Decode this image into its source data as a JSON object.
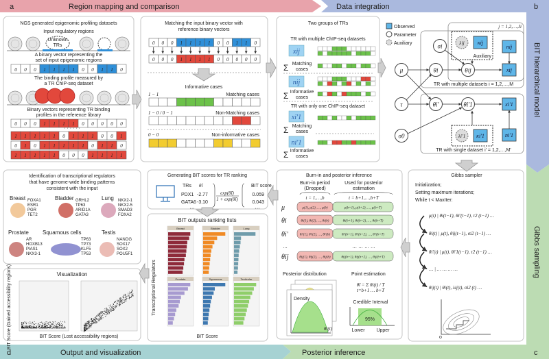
{
  "banners": {
    "a_label": "a",
    "a_title": "Region mapping and comparison",
    "b_title": "Data integration",
    "b_label": "b",
    "c_label": "c",
    "c_title": "Posterior inference",
    "d_label": "d",
    "d_title": "Output and visualization",
    "side_b": "BIT hierarchical model",
    "side_c": "Gibbs sampling",
    "colors": {
      "a": "#e8a3ab",
      "b": "#aab9de",
      "c": "#bcdcb3",
      "d": "#a6d2d3"
    }
  },
  "ngs": {
    "title": "NGS generated epigenomic profiling datasets",
    "input_regions": "Input regulatory regions",
    "unknown_1": "Unknown",
    "unknown_2": "TRs",
    "vector_caption_1": "A binary vector representing the",
    "vector_caption_2": "set of input epigenomic regions",
    "input_vector": [
      0,
      0,
      0,
      1,
      1,
      1,
      1,
      0,
      0,
      1,
      1,
      0
    ],
    "binding_caption_1": "The binding profile measured by",
    "binding_caption_2": "a TR ChIP-seq dataset",
    "ref_caption_1": "Binary vectors representing TR binding",
    "ref_caption_2": "profiles in the reference library",
    "ref_vectors": [
      [
        0,
        0,
        0,
        1,
        1,
        1,
        1,
        0,
        0,
        0,
        0,
        0
      ],
      [
        1,
        1,
        1,
        1,
        1,
        0,
        1,
        1,
        1,
        0,
        0,
        1
      ],
      [
        0,
        1,
        0,
        1,
        1,
        1,
        1,
        1,
        0,
        1,
        1,
        0
      ],
      [
        1,
        1,
        1,
        1,
        1,
        0,
        0,
        0,
        1,
        1,
        1,
        1
      ]
    ],
    "ellipsis": "· · · · · ·"
  },
  "matching": {
    "title_1": "Matching the input binary vector with",
    "title_2": "reference binary vectors",
    "input_vector": [
      0,
      0,
      0,
      1,
      1,
      1,
      1,
      0,
      0,
      1,
      1,
      0
    ],
    "ref_vector": [
      0,
      0,
      0,
      1,
      1,
      1,
      1,
      0,
      0,
      0,
      0,
      0
    ],
    "informative": "Informative cases",
    "m_code": "1 − 1",
    "m_label": "Matching cases",
    "m_cells": [
      0,
      0,
      0,
      1,
      1,
      1,
      1,
      0,
      0,
      0,
      0,
      0
    ],
    "nm_code": "1 − 0 / 0 − 1",
    "nm_label": "Non-Matching cases",
    "nm_cells": [
      0,
      0,
      0,
      0,
      0,
      0,
      0,
      0,
      0,
      1,
      1,
      0
    ],
    "ni_code": "0 − 0",
    "ni_label": "Non-informative cases",
    "ni_cells": [
      1,
      1,
      1,
      0,
      0,
      0,
      0,
      1,
      1,
      0,
      0,
      1
    ]
  },
  "groups": {
    "title": "Two groups of TRs",
    "multi": "TR with multiple ChIP-seq datasets",
    "single": "TR with only one ChIP-seq dataset",
    "x_ij": "xij",
    "n_ij": "nij",
    "x_i1": "xi'1",
    "n_i1": "ni'1",
    "sigma": "Σ",
    "matching_1": "Matching",
    "matching_2": "cases",
    "informative_1": "Informative",
    "informative_2": "cases"
  },
  "model": {
    "legend": {
      "observed": "Observed",
      "parameter": "Parameter",
      "auxiliary": "Auxiliary"
    },
    "nodes": {
      "mu": "μ",
      "tau": "τ",
      "sigma0": "σ0",
      "sigma_i": "σi",
      "theta_i": "θi",
      "theta_ij": "θij",
      "theta_ip": "θi'",
      "theta_ip1": "θi'1",
      "lambda_ij": "λij",
      "kappa_ij": "κij",
      "n_ij": "nij",
      "x_ij": "xij",
      "lambda_ip1": "λi'1",
      "kappa_ip1": "κi'1",
      "n_ip1": "ni'1",
      "x_ip1": "xi'1"
    },
    "aux_label": "Auxiliary",
    "j_plate": "j = 1,2,…,Ji",
    "multi_plate": "TR with multiple datasets i = 1,2,…,M",
    "single_plate": "TR with single dataset i' = 1,2,…,M'"
  },
  "gibbs": {
    "title": "Gibbs sampler",
    "init": "Initialization;",
    "setting": "Setting maximum iterations;",
    "while": "While t < MaxIter:",
    "steps": [
      "μ(t) | θi(t−1), θi'(t−1), τ2 (t−1) …",
      "θi(t) | μ(t), θij(t−1), σi2 (t−1) …",
      "θi'(t) | μ(t), θi'1(t−1), τ2 (t−1) …",
      "… | … … … …",
      "θij(t) | θi(t), λij(t), σi2 (t) …"
    ]
  },
  "burnin": {
    "title": "Burn-in and posterior inference",
    "burn_head_1": "Burn-in period",
    "burn_head_2": "(Dropped)",
    "post_head_1": "Used for posterior",
    "post_head_2": "estimation",
    "burn_range": "t = 1,…,b",
    "post_range": "t = b+1,…,b+T",
    "rows": [
      {
        "sym": "μ",
        "burn": "μ(1), μ(2), …, μ(b)",
        "post": "μ(b+1), μ(b+2), …, μ(b+T)"
      },
      {
        "sym": "θi",
        "burn": "θi(1), θi(2), …, θi(b)",
        "post": "θi(b+1), θi(b+2), …, θi(b+T)"
      },
      {
        "sym": "θi'",
        "burn": "θi'(1), θi'(2), …, θi'(b)",
        "post": "θi'(b+1), θi'(b+2), …, θi'(b+T)"
      },
      {
        "sym": "θij",
        "burn": "θij(1), θij(2), …, θij(b)",
        "post": "θij(b+1), θij(b+2), …, θij(b+T)"
      }
    ],
    "dots": "…",
    "dots_long": "… … … …",
    "posterior": "Posterior distribution",
    "density": "Density",
    "theta_axis": "θi(t)",
    "point": "Point estimation",
    "formula": "θ̂i = Σ θi(t) / T",
    "formula_limits": "t=b+1 … b+T",
    "credible": "Credible Interval",
    "ci": "95%",
    "lower": "Lower",
    "upper": "Upper"
  },
  "scores": {
    "title": "Generating BIT scores for TR ranking",
    "trs": "TRs",
    "theta": "θ̂i",
    "bit_score": "BIT score",
    "formula_num": "exp(θ̂i)",
    "formula_den": "1 + exp(θ̂i)",
    "rows": [
      {
        "tr": "PDX1",
        "theta": "-2.77",
        "score": "0.059"
      },
      {
        "tr": "GATA6",
        "theta": "-3.10",
        "score": "0.043"
      }
    ],
    "dots": "···"
  },
  "ranking": {
    "title": "BIT outputs ranking lists",
    "xlabel": "BIT Score",
    "ylabel": "Transcriptional Regulators",
    "panels": [
      {
        "name": "Breast",
        "color": "#8e2a3a",
        "values": [
          0.95,
          0.9,
          0.82,
          0.8,
          0.78,
          0.76,
          0.7,
          0.68,
          0.65,
          0.62
        ]
      },
      {
        "name": "Bladder",
        "color": "#f08a24",
        "values": [
          0.95,
          0.6,
          0.48,
          0.4,
          0.35,
          0.32,
          0.3,
          0.28,
          0.26,
          0.24
        ]
      },
      {
        "name": "Lung",
        "color": "#6f9cab",
        "values": [
          0.92,
          0.3,
          0.28,
          0.25,
          0.22,
          0.2,
          0.19,
          0.18,
          0.17,
          0.15
        ]
      },
      {
        "name": "Prostate",
        "color": "#a79ad0",
        "values": [
          0.95,
          0.85,
          0.7,
          0.55,
          0.5,
          0.45,
          0.35,
          0.3,
          0.25,
          0.2
        ]
      },
      {
        "name": "Squamous",
        "color": "#3e78b0",
        "values": [
          0.95,
          0.5,
          0.45,
          0.38,
          0.33,
          0.3,
          0.27,
          0.24,
          0.22,
          0.2
        ]
      },
      {
        "name": "Testicular",
        "color": "#8fce6a",
        "values": [
          0.95,
          0.85,
          0.78,
          0.7,
          0.65,
          0.6,
          0.55,
          0.5,
          0.45,
          0.4
        ]
      }
    ]
  },
  "ident": {
    "title_1": "Identification of transcriptional regulators",
    "title_2": "that have genome-wide binding patterns",
    "title_3": "consistent with the input",
    "tissues": [
      {
        "name": "Breast",
        "trs": [
          "FOXA1",
          "ESR1",
          "PGR",
          "TET2"
        ]
      },
      {
        "name": "Bladder",
        "trs": [
          "GRHL2",
          "TP63",
          "ARID1A",
          "GATA3"
        ]
      },
      {
        "name": "Lung",
        "trs": [
          "NKX2-1",
          "NKX2-5",
          "SMAD3",
          "FOXA2"
        ]
      },
      {
        "name": "Prostate",
        "trs": [
          "AR",
          "HOXB13",
          "PIAS1",
          "NKX3-1"
        ]
      },
      {
        "name": "Squamous cells",
        "trs": [
          "TP63",
          "TP73",
          "KLF5",
          "TP53"
        ]
      },
      {
        "name": "Testis",
        "trs": [
          "NANOG",
          "SOX17",
          "SOX2",
          "POU5F1"
        ]
      }
    ]
  },
  "vis": {
    "title": "Visualization",
    "xlabel": "BIT Score (Lost accessibility regions)",
    "ylabel": "BIT Score (Gained accessibility regions)"
  }
}
